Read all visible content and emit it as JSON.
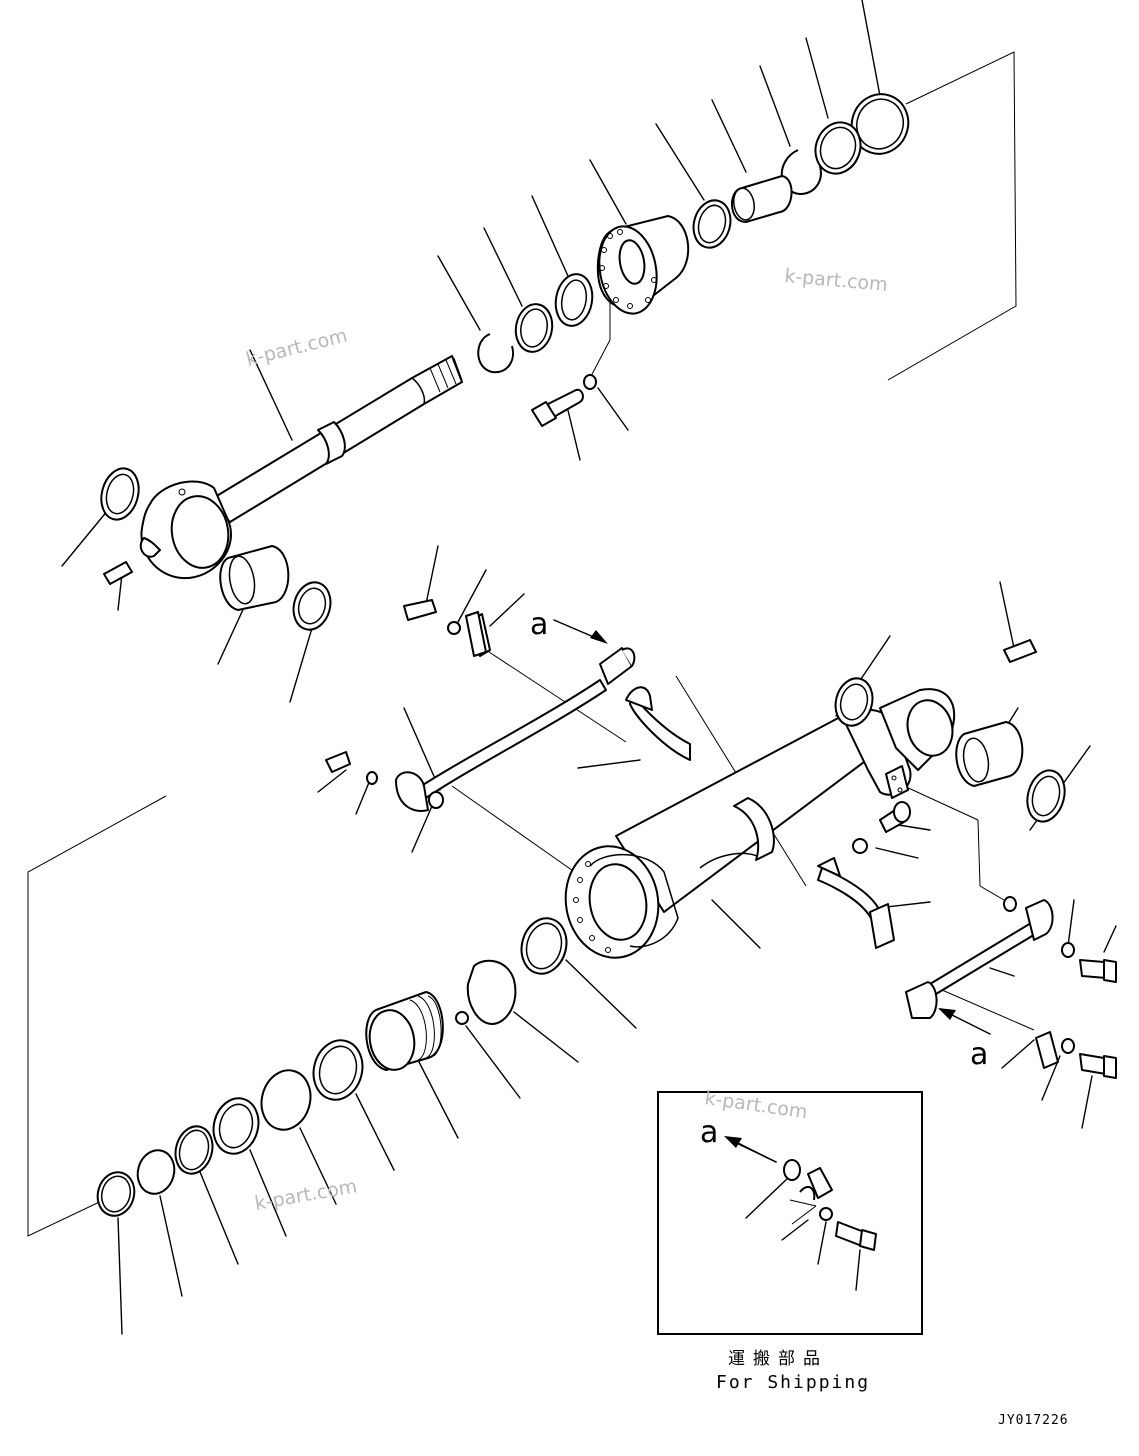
{
  "watermarks": [
    "k-part.com",
    "k-part.com",
    "k-part.com",
    "k-part.com"
  ],
  "view_labels": [
    "a",
    "a",
    "a"
  ],
  "shipping_box": {
    "title_jp": "運搬部品",
    "title_en": "For Shipping"
  },
  "drawing_code": "JY017226"
}
